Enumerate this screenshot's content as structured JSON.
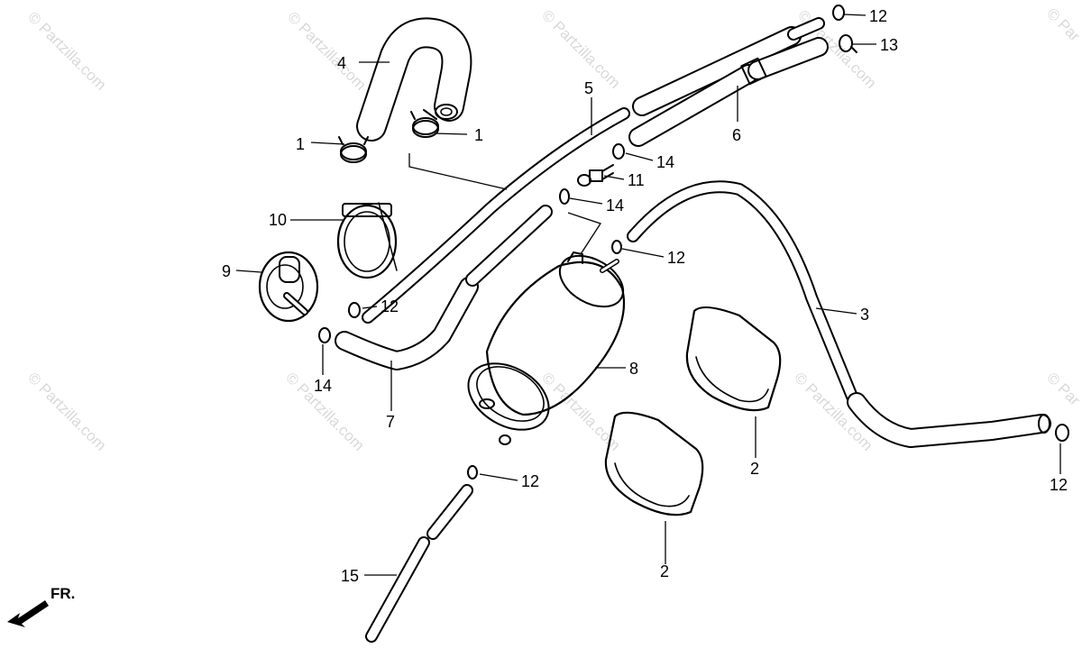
{
  "watermark": {
    "text": "© Partzilla.com",
    "corner_text": "© Par"
  },
  "direction_label": "FR.",
  "callouts": [
    {
      "id": "c-4",
      "label": "4"
    },
    {
      "id": "c-1a",
      "label": "1"
    },
    {
      "id": "c-1b",
      "label": "1"
    },
    {
      "id": "c-5",
      "label": "5"
    },
    {
      "id": "c-6",
      "label": "6"
    },
    {
      "id": "c-12a",
      "label": "12"
    },
    {
      "id": "c-13",
      "label": "13"
    },
    {
      "id": "c-14a",
      "label": "14"
    },
    {
      "id": "c-11",
      "label": "11"
    },
    {
      "id": "c-14b",
      "label": "14"
    },
    {
      "id": "c-10",
      "label": "10"
    },
    {
      "id": "c-12b",
      "label": "12"
    },
    {
      "id": "c-9",
      "label": "9"
    },
    {
      "id": "c-12c",
      "label": "12"
    },
    {
      "id": "c-14c",
      "label": "14"
    },
    {
      "id": "c-7",
      "label": "7"
    },
    {
      "id": "c-8",
      "label": "8"
    },
    {
      "id": "c-3",
      "label": "3"
    },
    {
      "id": "c-2a",
      "label": "2"
    },
    {
      "id": "c-2b",
      "label": "2"
    },
    {
      "id": "c-12d",
      "label": "12"
    },
    {
      "id": "c-12e",
      "label": "12"
    },
    {
      "id": "c-15",
      "label": "15"
    }
  ],
  "colors": {
    "ink": "#000000",
    "watermark": "#d9d9d9",
    "background": "#ffffff"
  }
}
